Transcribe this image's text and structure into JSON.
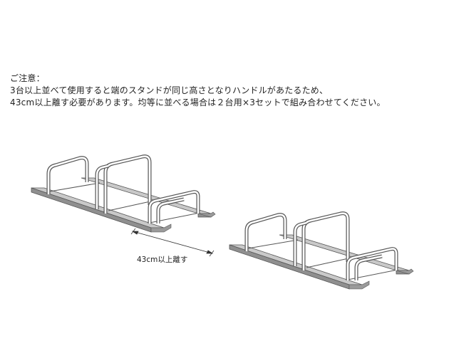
{
  "note": {
    "heading": "ご注意：",
    "line1": "3台以上並べて使用すると端のスタンドが同じ高さとなりハンドルがあたるため、",
    "line2": "43cm以上離す必要があります。均等に並べる場合は２台用×3セットで組み合わせてください。"
  },
  "diagram": {
    "gap_label": "43cm以上離す",
    "colors": {
      "rail_top": "#c9c9c9",
      "rail_side": "#8f8f8f",
      "pipe": "#555555",
      "pipe_fill": "#ffffff"
    }
  }
}
